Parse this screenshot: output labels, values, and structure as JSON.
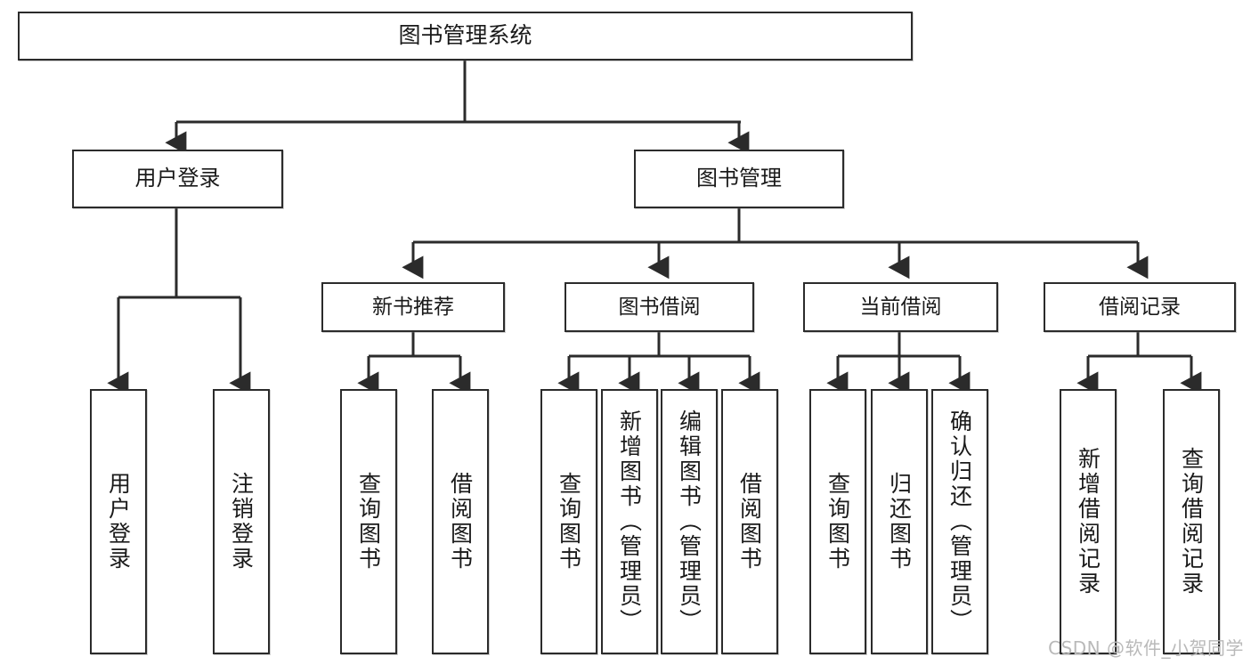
{
  "diagram": {
    "type": "tree",
    "title": "图书管理系统",
    "root": {
      "id": "root",
      "label": "图书管理系统"
    },
    "level2": [
      {
        "id": "user-login",
        "label": "用户登录"
      },
      {
        "id": "book-management",
        "label": "图书管理"
      }
    ],
    "level3": [
      {
        "id": "new-book-recommend",
        "label": "新书推荐",
        "parent": "book-management"
      },
      {
        "id": "book-borrow",
        "label": "图书借阅",
        "parent": "book-management"
      },
      {
        "id": "current-borrow",
        "label": "当前借阅",
        "parent": "book-management"
      },
      {
        "id": "borrow-record",
        "label": "借阅记录",
        "parent": "book-management"
      }
    ],
    "leaves": [
      {
        "id": "leaf-user-login",
        "label": "用户登录",
        "parent": "user-login"
      },
      {
        "id": "leaf-logout",
        "label": "注销登录",
        "parent": "user-login"
      },
      {
        "id": "leaf-query-book-1",
        "label": "查询图书",
        "parent": "new-book-recommend"
      },
      {
        "id": "leaf-borrow-book-1",
        "label": "借阅图书",
        "parent": "new-book-recommend"
      },
      {
        "id": "leaf-query-book-2",
        "label": "查询图书",
        "parent": "book-borrow"
      },
      {
        "id": "leaf-add-book",
        "label": "新增图书（管理员）",
        "parent": "book-borrow"
      },
      {
        "id": "leaf-edit-book",
        "label": "编辑图书（管理员）",
        "parent": "book-borrow"
      },
      {
        "id": "leaf-borrow-book-2",
        "label": "借阅图书",
        "parent": "book-borrow"
      },
      {
        "id": "leaf-query-book-3",
        "label": "查询图书",
        "parent": "current-borrow"
      },
      {
        "id": "leaf-return-book",
        "label": "归还图书",
        "parent": "current-borrow"
      },
      {
        "id": "leaf-confirm-return",
        "label": "确认归还（管理员）",
        "parent": "current-borrow"
      },
      {
        "id": "leaf-add-record",
        "label": "新增借阅记录",
        "parent": "borrow-record"
      },
      {
        "id": "leaf-query-record",
        "label": "查询借阅记录",
        "parent": "borrow-record"
      }
    ]
  },
  "watermark": {
    "text": "CSDN @软件_小贺同学"
  },
  "colors": {
    "box_border": "#2b2b2b",
    "box_fill": "#ffffff",
    "edge": "#2b2b2b",
    "text": "#1a1a1a",
    "watermark": "#b9b9b9",
    "background": "#ffffff"
  }
}
